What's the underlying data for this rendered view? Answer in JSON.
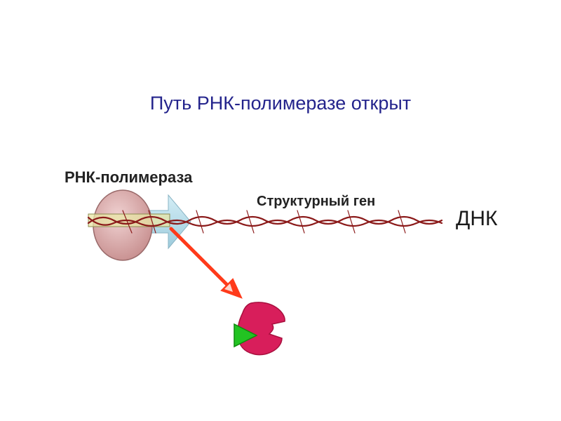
{
  "slide": {
    "title": "Путь РНК-полимеразе открыт"
  },
  "labels": {
    "rna_polymerase": "РНК-полимераза",
    "structural_gene": "Структурный ген",
    "dna": "ДНК"
  },
  "colors": {
    "title": "#24248c",
    "dna_strand": "#8b1a1a",
    "polymerase_body": "#dcaaaa",
    "direction_arrow": "#b8dce8",
    "release_arrow": "#ff3a1a",
    "repressor": "#d81e5b",
    "inducer": "#22c322"
  },
  "icons": {
    "polymerase": "rna-polymerase-ellipse",
    "direction": "transcription-direction-arrow",
    "release": "release-arrow",
    "repressor": "repressor-protein",
    "inducer": "inducer-triangle"
  }
}
